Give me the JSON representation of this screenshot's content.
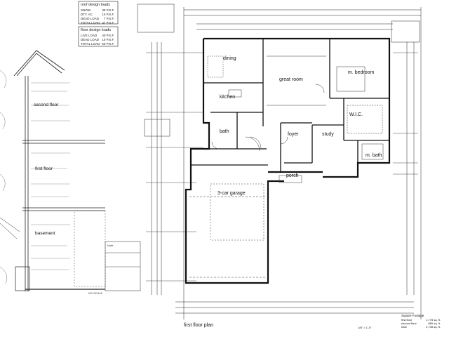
{
  "roof_loads": {
    "heading": "roof design loads",
    "rows": [
      {
        "label": "SNOW",
        "value": "30 P.S.F."
      },
      {
        "label": "DTY. AC",
        "value": "10 P.S.F."
      },
      {
        "label": "DEAD LOAD",
        "value": "7 P.S.F."
      },
      {
        "label": "TOTAL LOAD",
        "value": "47 P.S.F."
      }
    ]
  },
  "floor_loads": {
    "heading": "floor design loads",
    "rows": [
      {
        "label": "LIVE LOAD",
        "value": "40 P.S.F."
      },
      {
        "label": "DEAD LOAD",
        "value": "10 P.S.F."
      },
      {
        "label": "TOTAL LOAD",
        "value": "50 P.S.F."
      }
    ]
  },
  "section": {
    "floors": [
      "second floor",
      "first floor",
      "basement"
    ],
    "note_heading": "Note",
    "scale": "NO SCALE"
  },
  "plan": {
    "rooms": [
      "dining",
      "great room",
      "m. bedroom",
      "kitchen",
      "foyer",
      "study",
      "W.I.C.",
      "m. bath",
      "bath",
      "porch",
      "3-car garage"
    ],
    "title": "first floor plan",
    "scale": "1/8\" = 1'-0\""
  },
  "square_footage": {
    "heading": "Square Footage",
    "rows": [
      {
        "label": "first floor",
        "value": "1,775 sq. ft."
      },
      {
        "label": "second floor",
        "value": "880 sq. ft."
      },
      {
        "label": "total",
        "value": "2,735 sq. ft."
      }
    ]
  }
}
